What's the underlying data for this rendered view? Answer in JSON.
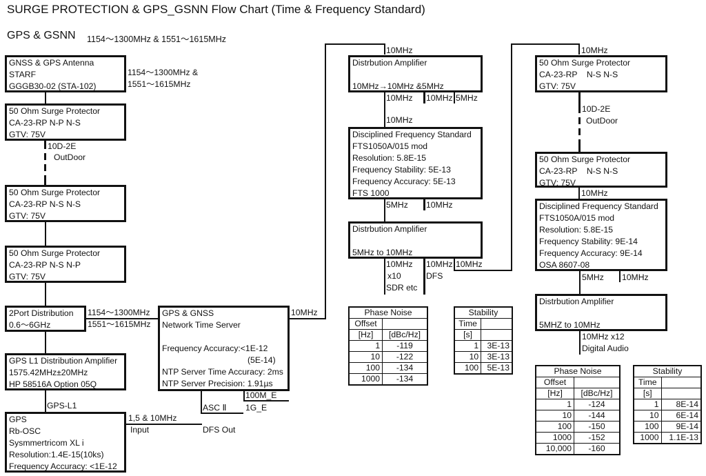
{
  "header": {
    "title": "SURGE PROTECTION & GPS_GSNN Flow Chart (Time & Frequency Standard)",
    "subtitle": "GPS & GSNN",
    "subtitle_freq": "1154～1300MHz & 1551～1615MHz"
  },
  "left_chain": {
    "antenna": {
      "lines": [
        "GNSS & GPS Antenna",
        "STARF",
        "GGGB30-02 (STA-102)"
      ],
      "freq_label": [
        "1154～1300MHz &",
        "1551～1615MHz"
      ]
    },
    "surge1": {
      "lines": [
        "50 Ohm Surge Protector",
        "CA-23-RP N-P N-S",
        "GTV: 75V"
      ]
    },
    "cable1": {
      "type": "10D-2E",
      "location": "OutDoor"
    },
    "surge2": {
      "lines": [
        "50 Ohm Surge Protector",
        "CA-23-RP  N-S N-S",
        "GTV: 75V"
      ]
    },
    "surge3": {
      "lines": [
        "50 Ohm Surge Protector",
        "CA-23-RP  N-S N-P",
        "GTV: 75V"
      ]
    },
    "distribution": {
      "lines": [
        "2Port Distribution",
        "0.6～6GHz"
      ],
      "out_labels": [
        "1154～1300MHz",
        "1551～1615MHz"
      ]
    },
    "l1_amp": {
      "lines": [
        "GPS L1 Distribution Amplifier",
        "1575.42MHz±20MHz",
        "HP 58516A Option 05Q"
      ]
    },
    "l1_label": "GPS-L1",
    "rb_osc": {
      "lines": [
        "GPS",
        "Rb-OSC",
        "Sysmmertricom XL i",
        "Resolution:1.4E-15(10ks)",
        "Frequency Accuracy: <1E-12"
      ]
    },
    "rb_out_label": "1,5 & 10MHz",
    "rb_in_label": "Input",
    "dfs_out_label": "DFS Out"
  },
  "time_server": {
    "lines": [
      "GPS & GNSS",
      "Network Time Server",
      "",
      "Frequency Accuracy:<1E-12",
      "(5E-14)",
      "NTP Server Time Accuracy: 2ms",
      "NTP Server Precision: 1.91µs"
    ],
    "out_label": "10MHz",
    "port_asc": "ASC Ⅱ",
    "port_100m": "100M_E",
    "port_1g": "1G_E"
  },
  "middle_chain": {
    "in_label": "10MHz",
    "dist_amp1": {
      "lines": [
        "Distrbution Amplifier",
        "",
        "10MHz→10MHz &5MHz"
      ],
      "out_labels": [
        "10MHz",
        "10MHz",
        "5MHz"
      ]
    },
    "dfs_in_label": "10MHz",
    "dfs": {
      "lines": [
        "Disciplined Frequency Standard",
        "FTS1050A/015 mod",
        "Resolution: 5.8E-15",
        "Frequency Stability: 5E-13",
        "Frequency Accuracy: 5E-13",
        "FTS 1000"
      ],
      "out_labels": [
        "5MHz",
        "10MHz"
      ]
    },
    "dist_amp2": {
      "lines": [
        "Distrbution Amplifier",
        "",
        "5MHz to 10MHz"
      ],
      "out1": [
        "10MHz",
        "x10",
        "SDR etc"
      ],
      "out2": [
        "10MHz",
        "DFS"
      ],
      "out3": "10MHz"
    }
  },
  "right_chain": {
    "in_label": "10MHz",
    "surge1": {
      "lines": [
        "50 Ohm Surge Protector",
        "CA-23-RP    N-S N-S",
        "GTV: 75V"
      ]
    },
    "cable": {
      "type": "10D-2E",
      "location": "OutDoor"
    },
    "surge2": {
      "lines": [
        "50 Ohm Surge Protector",
        "CA-23-RP    N-S N-S",
        "GTV: 75V"
      ]
    },
    "dfs_in_label": "10MHz",
    "dfs": {
      "lines": [
        "Disciplined Frequency Standard",
        "FTS1050A/015 mod",
        "Resolution: 5.8E-15",
        "Frequency Stability: 9E-14",
        "Frequency Accuracy: 9E-14",
        "OSA 8607-08"
      ],
      "out_labels": [
        "5MHz",
        "10MHz"
      ]
    },
    "dist_amp": {
      "lines": [
        "Distrbution Amplifier",
        "",
        "5MHZ to 10MHz"
      ],
      "out": [
        "10MHz x12",
        "Digital Audio"
      ]
    }
  },
  "tables": {
    "phase_noise_1": {
      "title": "Phase Noise",
      "col1_header": [
        "Offset",
        "[Hz]"
      ],
      "col2_header": "[dBc/Hz]",
      "rows": [
        [
          "1",
          "-119"
        ],
        [
          "10",
          "-122"
        ],
        [
          "100",
          "-134"
        ],
        [
          "1000",
          "-134"
        ]
      ]
    },
    "stability_1": {
      "title": "Stability",
      "col1_header": [
        "Time",
        "[s]"
      ],
      "rows": [
        [
          "1",
          "3E-13"
        ],
        [
          "10",
          "3E-13"
        ],
        [
          "100",
          "5E-13"
        ]
      ]
    },
    "phase_noise_2": {
      "title": "Phase Noise",
      "col1_header": [
        "Offset",
        "[Hz]"
      ],
      "col2_header": "[dBc/Hz]",
      "rows": [
        [
          "1",
          "-124"
        ],
        [
          "10",
          "-144"
        ],
        [
          "100",
          "-150"
        ],
        [
          "1000",
          "-152"
        ],
        [
          "10,000",
          "-160"
        ]
      ]
    },
    "stability_2": {
      "title": "Stability",
      "col1_header": [
        "Time",
        "[s]"
      ],
      "rows": [
        [
          "1",
          "8E-14"
        ],
        [
          "10",
          "6E-14"
        ],
        [
          "100",
          "9E-14"
        ],
        [
          "1000",
          "1.1E-13"
        ]
      ]
    }
  }
}
